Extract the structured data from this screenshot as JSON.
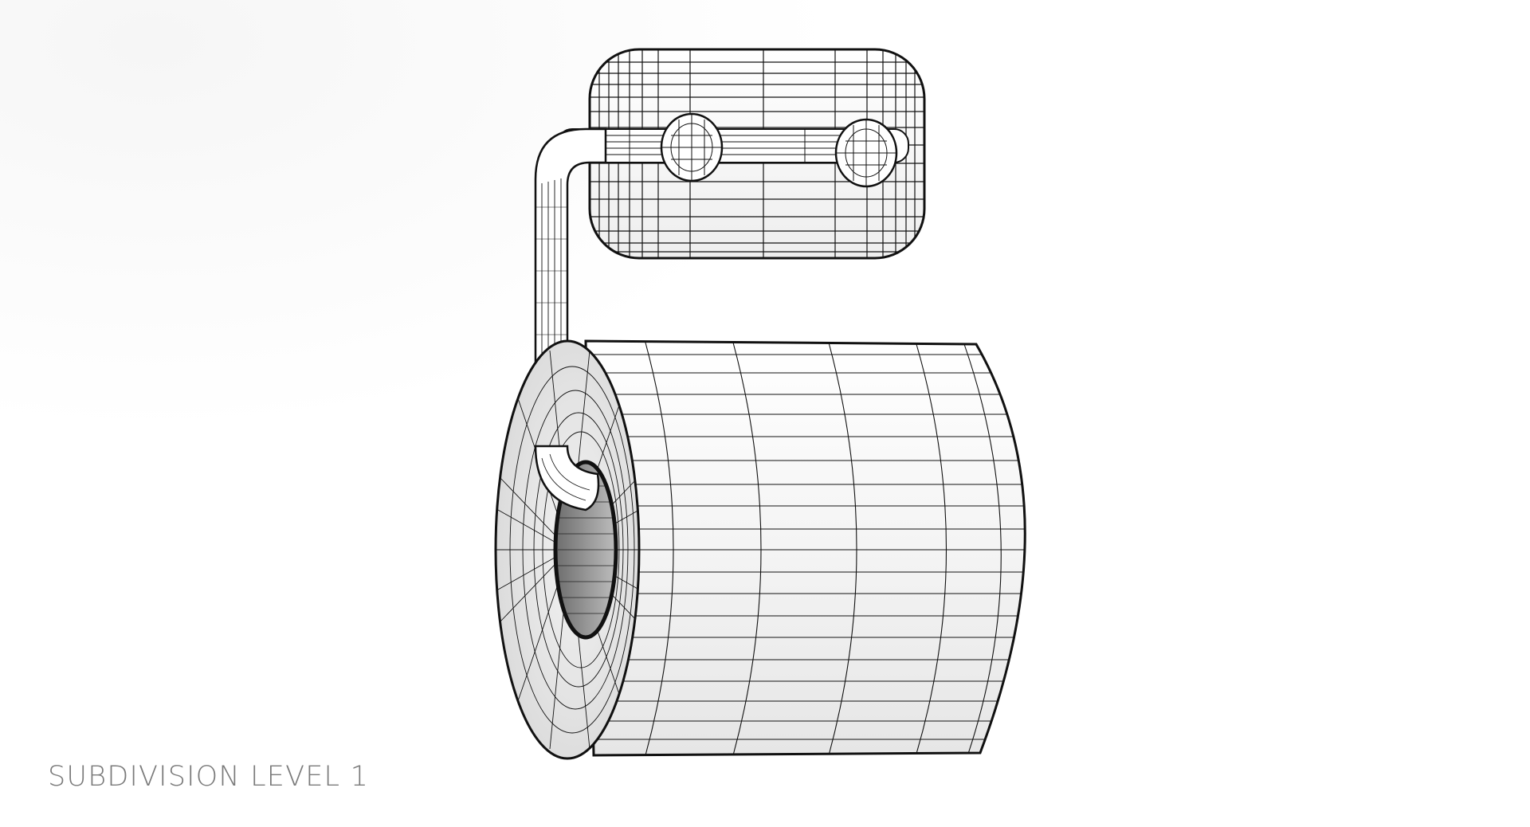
{
  "caption": "SUBDIVISION LEVEL 1",
  "scene": {
    "subject": "toilet paper holder with roll",
    "style": "wireframe overlay on white shaded 3D render",
    "background": "#ffffff",
    "wire_color": "#111111",
    "caption_color": "#7a7a7a"
  }
}
